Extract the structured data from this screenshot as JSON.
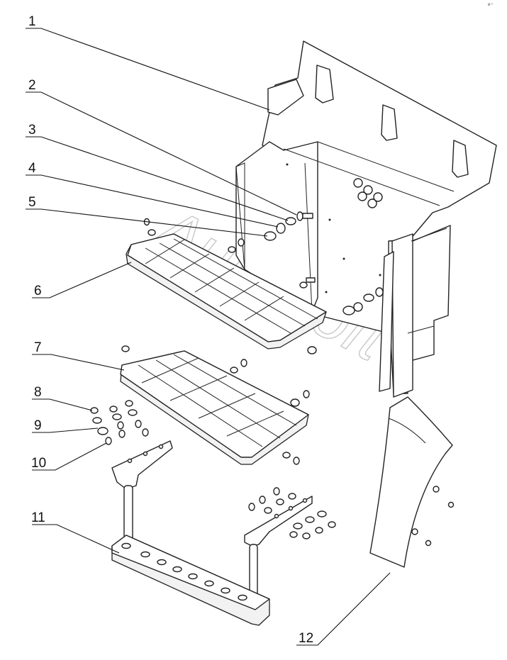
{
  "diagram": {
    "watermark": "AutoSoft",
    "corner_mark": "ᵉ⁻",
    "callouts": [
      {
        "num": "1"
      },
      {
        "num": "2"
      },
      {
        "num": "3"
      },
      {
        "num": "4"
      },
      {
        "num": "5"
      },
      {
        "num": "6"
      },
      {
        "num": "7"
      },
      {
        "num": "8"
      },
      {
        "num": "9"
      },
      {
        "num": "10"
      },
      {
        "num": "11"
      },
      {
        "num": "12"
      }
    ]
  }
}
